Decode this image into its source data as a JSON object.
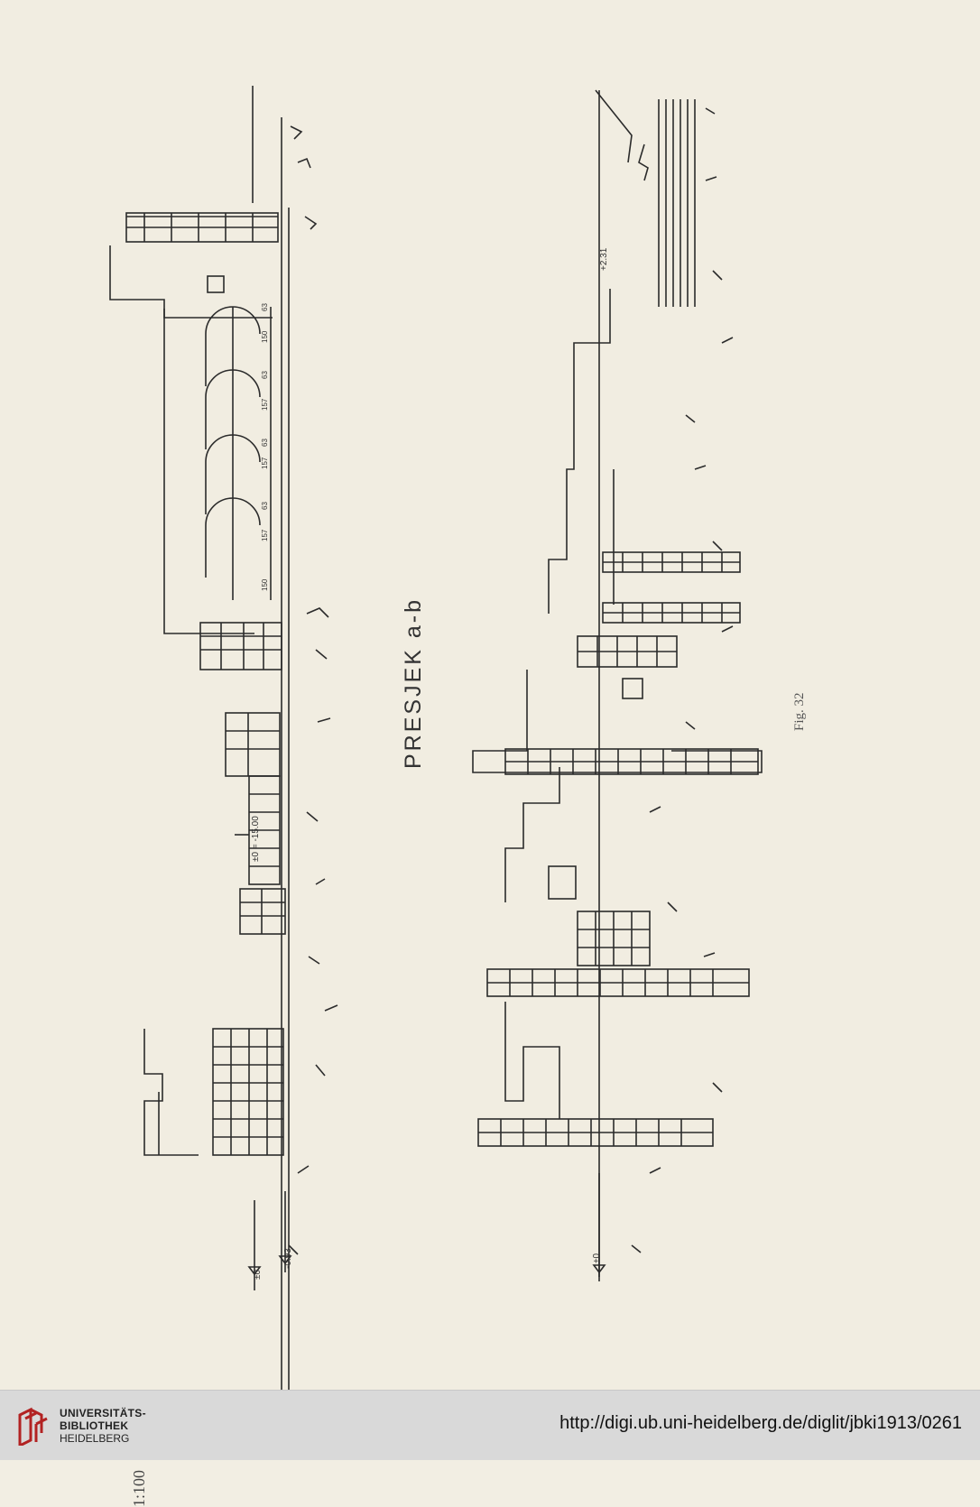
{
  "drawing": {
    "scale_label": "1:100",
    "section_title": "PRESJEK a-b",
    "figure_caption": "Fig. 32",
    "level_labels": [
      "±0",
      "-0.93",
      "±0 = -15.00",
      "+2.31",
      "±0"
    ],
    "dimensions": [
      "150",
      "157",
      "63",
      "157",
      "63",
      "157",
      "63",
      "150",
      "63"
    ]
  },
  "footer": {
    "library_line1": "UNIVERSITÄTS-",
    "library_line2": "BIBLIOTHEK",
    "library_line3": "HEIDELBERG",
    "url": "http://digi.ub.uni-heidelberg.de/diglit/jbki1913/0261"
  },
  "colors": {
    "paper": "#f1ede1",
    "ink": "#2b2b2b",
    "footer_bg": "#d9d9d9",
    "logo_red": "#b22222"
  }
}
